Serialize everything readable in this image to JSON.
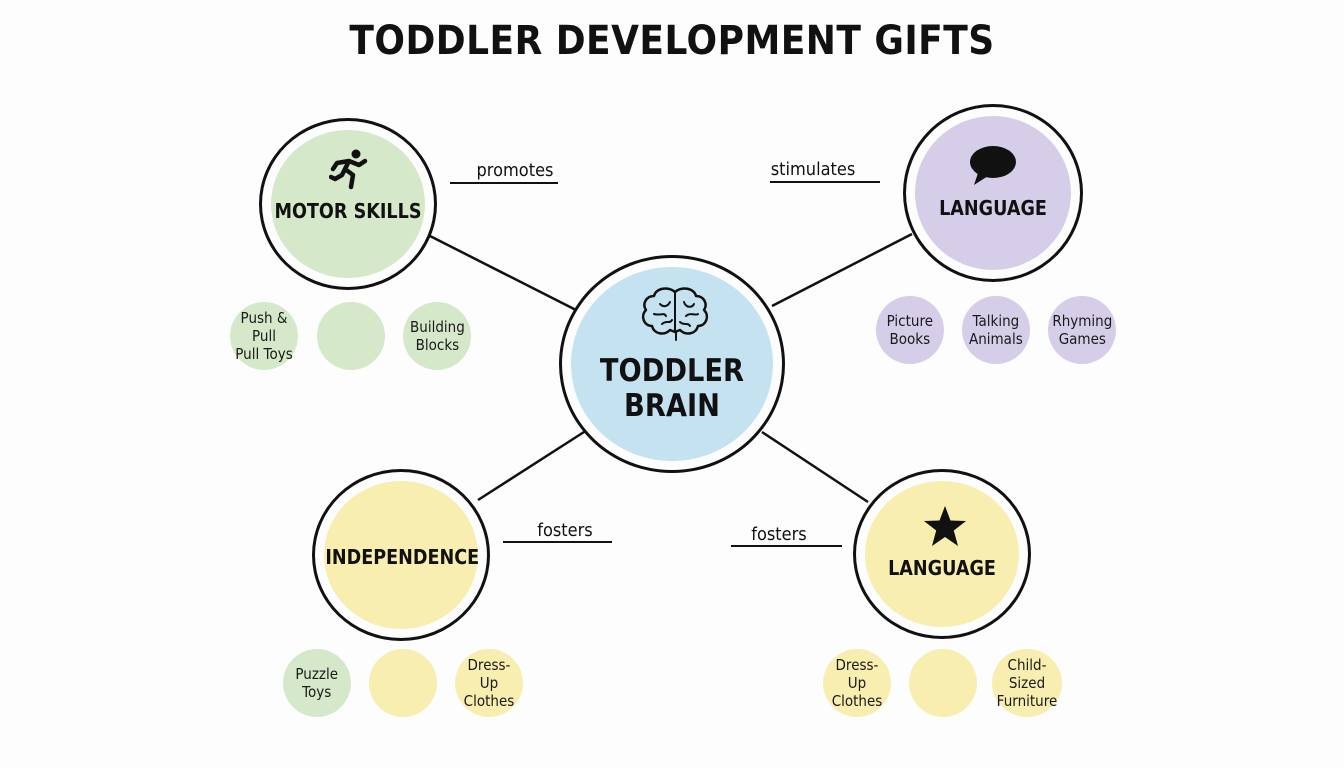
{
  "title": "TODDLER DEVELOPMENT GIFTS",
  "colors": {
    "green": "#d5e8c9",
    "purple": "#d6cde9",
    "blue": "#c5e2f1",
    "yellow": "#f8eeb0",
    "outline": "#111111"
  },
  "center": {
    "line1": "TODDLER",
    "line2": "BRAIN",
    "icon": "brain-icon"
  },
  "nodes": [
    {
      "label": "MOTOR SKILLS",
      "icon": "running-person-icon",
      "edge_label": "promotes"
    },
    {
      "label": "LANGUAGE",
      "icon": "speech-bubble-icon",
      "edge_label": "stimulates"
    },
    {
      "label": "INDEPENDENCE",
      "icon": "",
      "edge_label": "fosters"
    },
    {
      "label": "LANGUAGE",
      "icon": "star-icon",
      "edge_label": "fosters"
    }
  ],
  "gifts": {
    "motor": [
      "Push & Pull\nPull Toys",
      "",
      "Building\nBlocks"
    ],
    "language": [
      "Picture\nBooks",
      "Talking\nAnimals",
      "Rhyming\nGames"
    ],
    "independence": [
      "Puzzle\nToys",
      "",
      "Dress-Up\nClothes"
    ],
    "language2": [
      "Dress-Up\nClothes",
      "",
      "Child-Sized\nFurniture"
    ]
  }
}
